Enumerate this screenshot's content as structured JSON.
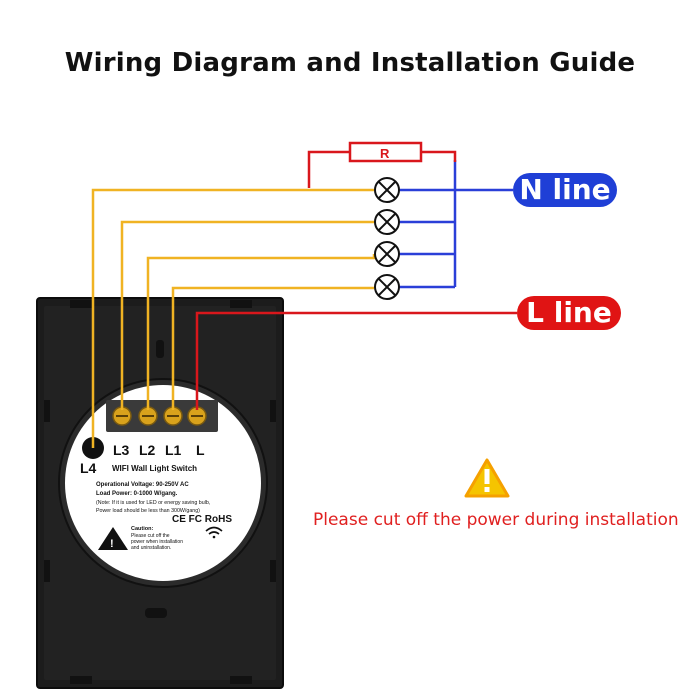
{
  "title": "Wiring Diagram and Installation Guide",
  "resistor_label": "R",
  "n_line": "N line",
  "l_line": "L line",
  "terminals": [
    "L3",
    "L2",
    "L1",
    "L"
  ],
  "l4_label": "L4",
  "module": {
    "name": "WIFI Wall Light Switch",
    "voltage": "Operational Voltage: 90-250V AC",
    "load": "Load Power: 0-1000 W/gang.",
    "note_line1": "(Note: If it is used for LED or energy saving bulb,",
    "note_line2": "Power load should be less than 300W/gang)",
    "certs": "CE FC RoHS",
    "caution_title": "Caution:",
    "caution_line1": "Please cut off the",
    "caution_line2": "power when installation",
    "caution_line3": "and uninstallation."
  },
  "warning": "Please cut off the power during installation",
  "colors": {
    "live_wire": "#d9171c",
    "neutral_wire": "#2a3fd8",
    "load_wire": "#f0b323",
    "n_badge": "#1f3fd6",
    "l_badge": "#e01414",
    "warning": "#e02020",
    "switch_body": "#1c1c1c"
  },
  "icons": [
    "lamp-icon",
    "warning-triangle-icon",
    "wifi-icon",
    "screw-terminal-icon"
  ]
}
